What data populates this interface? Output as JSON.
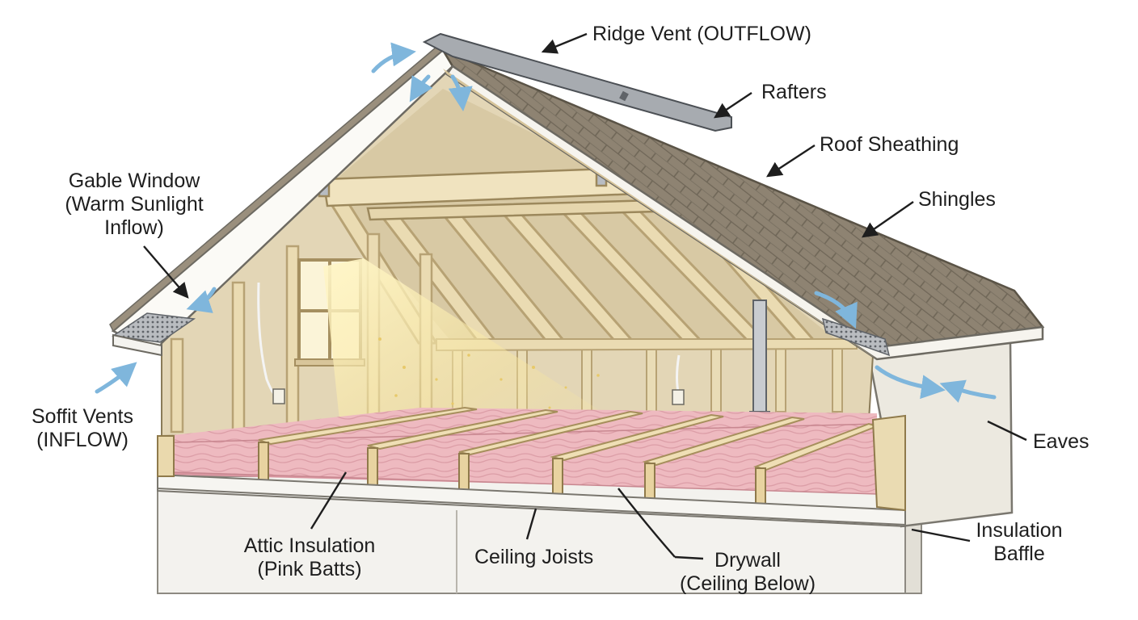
{
  "labels": {
    "ridge_vent": "Ridge Vent (OUTFLOW)",
    "rafters": "Rafters",
    "roof_sheathing": "Roof Sheathing",
    "shingles": "Shingles",
    "gable_window": [
      "Gable Window",
      "(Warm Sunlight",
      "Inflow)"
    ],
    "soffit_vents": [
      "Soffit Vents",
      "(INFLOW)"
    ],
    "eaves": "Eaves",
    "insulation_baffle": [
      "Insulation",
      "Baffle"
    ],
    "attic_insulation": [
      "Attic Insulation",
      "(Pink Batts)"
    ],
    "ceiling_joists": "Ceiling Joists",
    "drywall": [
      "Drywall",
      "(Ceiling Below)"
    ]
  },
  "colors": {
    "shingle": "#8e8372",
    "shingle_dark": "#6f6657",
    "wood": "#e8d9b0",
    "wood_edge": "#b7a274",
    "insulation": "#eebac0",
    "insulation_dark": "#d996a0",
    "wall": "#ece9e0",
    "airflow": "#7fb6dc",
    "sunlight": "#f8e6a0",
    "ink": "#1e1e1e"
  }
}
